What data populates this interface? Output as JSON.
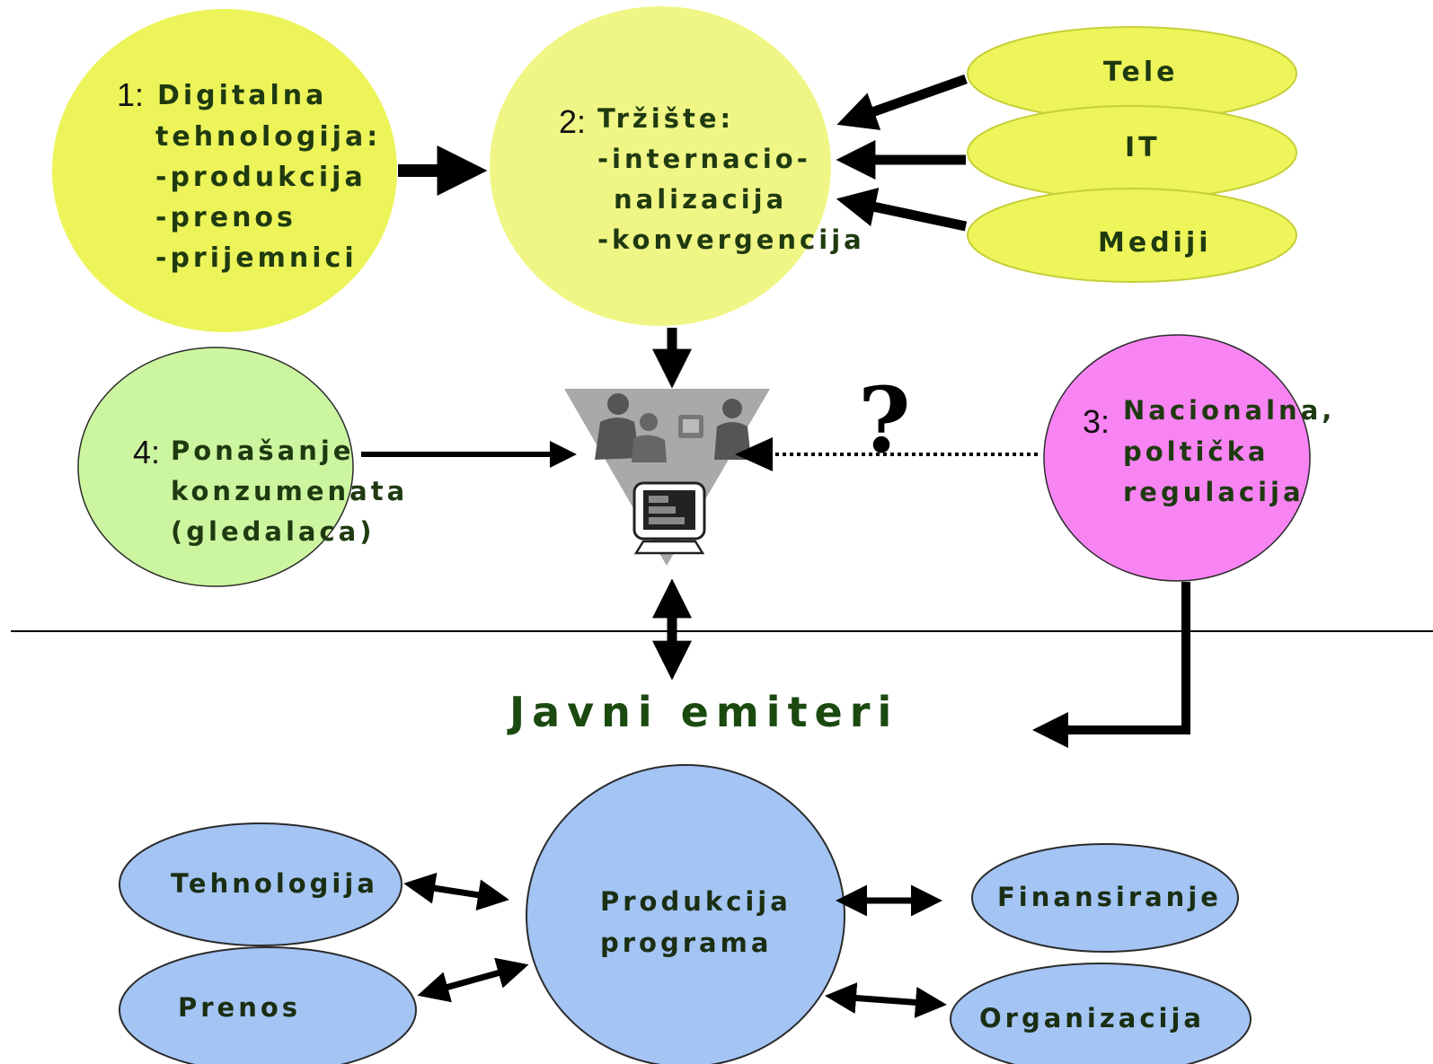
{
  "colors": {
    "yellow": "#edf55a",
    "green": "#ccf5a0",
    "pink": "#f884f3",
    "blue": "#a4c4f4",
    "text": "#1f3a10",
    "arrow": "#000000"
  },
  "top": {
    "node1": {
      "number": "1:",
      "lines": [
        "Digitalna",
        "tehnologija:",
        "-produkcija",
        "-prenos",
        "-prijemnici"
      ]
    },
    "node2": {
      "number": "2:",
      "lines": [
        "Tržište:",
        "-internacio-",
        "nalizacija",
        "-konvergencija"
      ]
    },
    "sectors": [
      "Tele",
      "IT",
      "Mediji"
    ],
    "node3": {
      "number": "3:",
      "lines": [
        "Nacionalna,",
        "poltička",
        "regulacija"
      ]
    },
    "node4": {
      "number": "4:",
      "lines": [
        "Ponašanje",
        "konzumenata",
        "(gledalaca)"
      ]
    },
    "question_mark": "?",
    "center_icon": "people-computer-icon"
  },
  "bottom": {
    "title": "Javni emiteri",
    "center": [
      "Produkcija",
      "programa"
    ],
    "satellites": [
      "Tehnologija",
      "Prenos",
      "Finansiranje",
      "Organizacija"
    ]
  }
}
